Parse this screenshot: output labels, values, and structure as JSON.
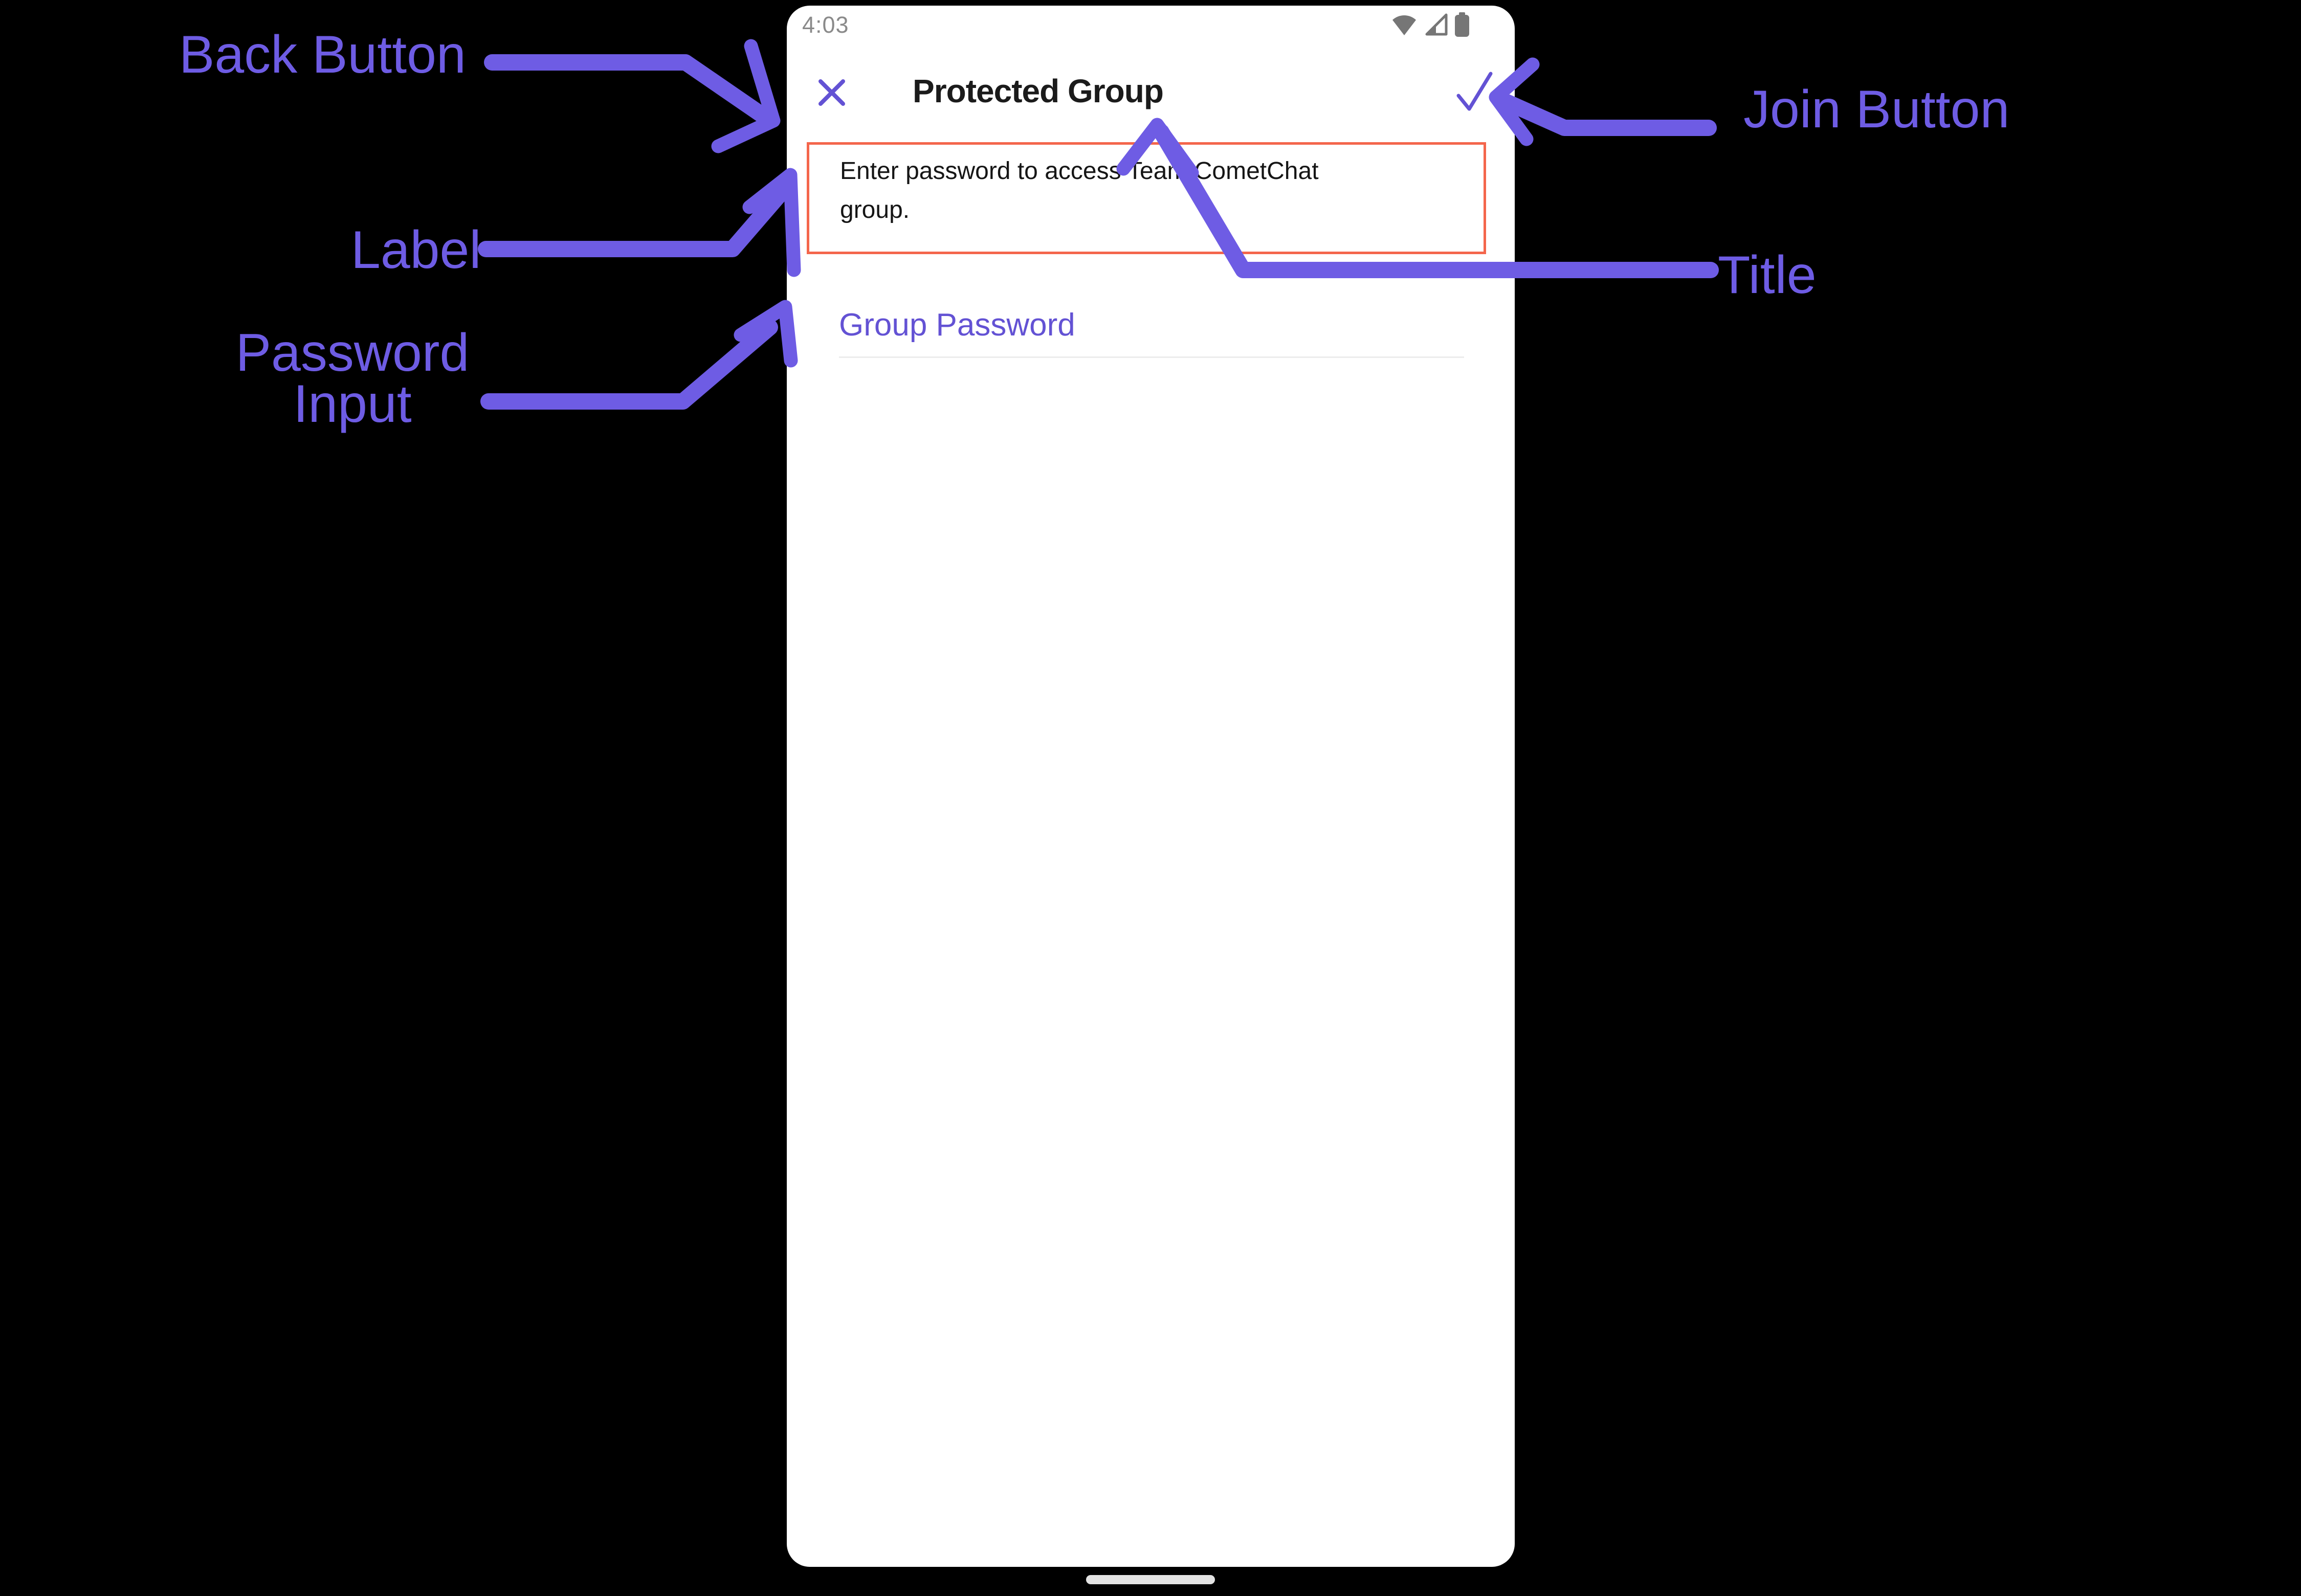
{
  "annotations": {
    "back_button_label": "Back Button",
    "join_button_label": "Join Button",
    "label_label": "Label",
    "title_label": "Title",
    "password_input_label_line1": "Password",
    "password_input_label_line2": "Input"
  },
  "phone": {
    "status_bar": {
      "time": "4:03",
      "icons": [
        "wifi-icon",
        "cellular-signal-icon",
        "battery-icon"
      ]
    },
    "header": {
      "title": "Protected Group",
      "close_icon": "close-icon",
      "join_icon": "check-icon"
    },
    "group_label": {
      "text": "Enter password to access Team CometChat group."
    },
    "password_input": {
      "placeholder": "Group Password",
      "value": ""
    }
  },
  "colors": {
    "annotation_purple": "#6e5ce4",
    "app_accent_purple": "#6352d4",
    "highlight_red": "#f4664c",
    "background": "#000000",
    "phone_surface": "#ffffff",
    "status_gray": "#8a8a8a",
    "underline_gray": "#ececec",
    "header_title_text": "#1b1b1b",
    "label_text": "#151515",
    "home_indicator_gray": "#e2e2e2"
  }
}
